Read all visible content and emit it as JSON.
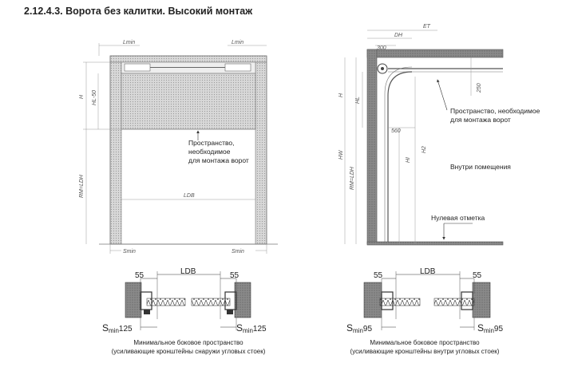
{
  "title": "2.12.4.3. Ворота без калитки. Высокий монтаж",
  "left_view": {
    "dims": {
      "lmin1": "Lmin",
      "lmin2": "Lmin",
      "h": "H",
      "hl50": "HL-50",
      "rm_ldh": "RM=LDH",
      "ldb": "LDB",
      "smin1": "Smin",
      "smin2": "Smin"
    },
    "note": [
      "Пространство,",
      "необходимое",
      "для монтажа ворот"
    ]
  },
  "right_view": {
    "dims": {
      "et": "ET",
      "dh": "DH",
      "d300": "300",
      "d250": "250",
      "d560": "560",
      "h": "H",
      "hl": "HL",
      "hw": "HW",
      "rm_ldh": "RM=LDH",
      "hi": "HI",
      "h2": "H2"
    },
    "note": [
      "Пространство, необходимое",
      "для монтажа ворот"
    ],
    "inside": "Внутри помещения",
    "zero": "Нулевая отметка"
  },
  "section_left": {
    "ldb": "LDB",
    "d55a": "55",
    "d55b": "55",
    "smin": "S",
    "smin_sub": "min",
    "smin_val": "125",
    "caption": [
      "Минимальное боковое пространство",
      "(усиливающие кронштейны снаружи угловых стоек)"
    ]
  },
  "section_right": {
    "ldb": "LDB",
    "d55a": "55",
    "d55b": "55",
    "smin": "S",
    "smin_sub": "min",
    "smin_val": "95",
    "caption": [
      "Минимальное боковое пространство",
      "(усиливающие кронштейны внутри угловых стоек)"
    ]
  }
}
